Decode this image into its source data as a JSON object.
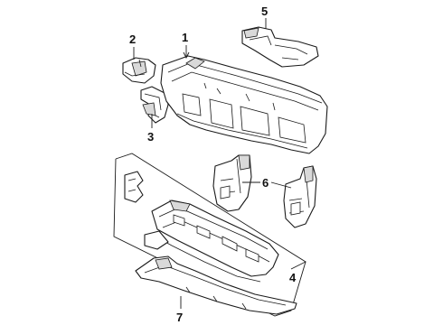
{
  "callouts": {
    "c1": "1",
    "c2": "2",
    "c3": "3",
    "c4": "4",
    "c5": "5",
    "c6": "6",
    "c7": "7"
  },
  "colors": {
    "line": "#1a1a1a",
    "background": "#ffffff"
  }
}
